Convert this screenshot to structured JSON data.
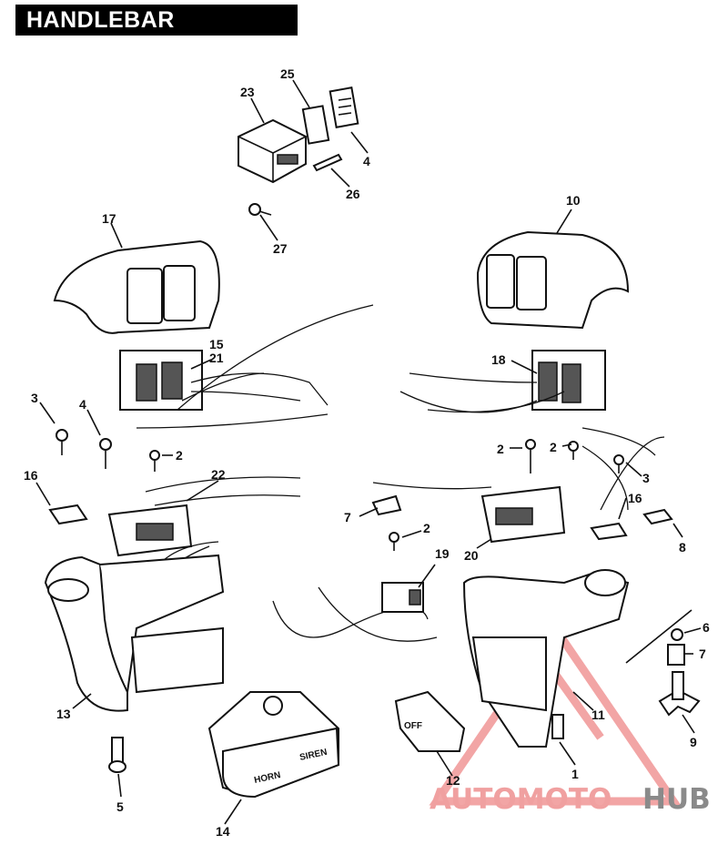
{
  "title": "HANDLEBAR SWITCHES",
  "switch_labels": {
    "horn": "HORN",
    "siren": "SIREN",
    "off": "OFF"
  },
  "callouts": [
    "1",
    "2",
    "3",
    "4",
    "5",
    "6",
    "7",
    "8",
    "9",
    "10",
    "11",
    "12",
    "13",
    "14",
    "15",
    "16",
    "17",
    "18",
    "19",
    "20",
    "21",
    "22",
    "23",
    "25",
    "26",
    "27"
  ],
  "watermark": {
    "part1": "AUTOMOTO",
    "part2": "HUB",
    "color_primary": "#f0a0a0",
    "color_secondary": "#8a8a8a"
  }
}
